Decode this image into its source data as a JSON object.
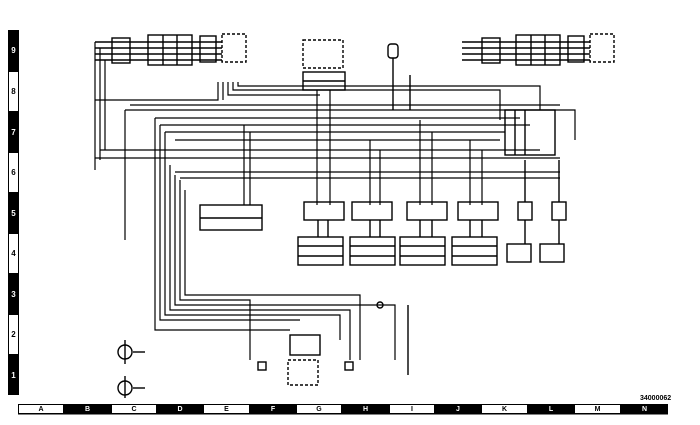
{
  "frame": {
    "row_labels": [
      "9",
      "8",
      "7",
      "6",
      "5",
      "4",
      "3",
      "2",
      "1"
    ],
    "column_labels": [
      "A",
      "B",
      "C",
      "D",
      "E",
      "F",
      "G",
      "H",
      "I",
      "J",
      "K",
      "L",
      "M",
      "N"
    ]
  },
  "drawing_number": "34000062"
}
